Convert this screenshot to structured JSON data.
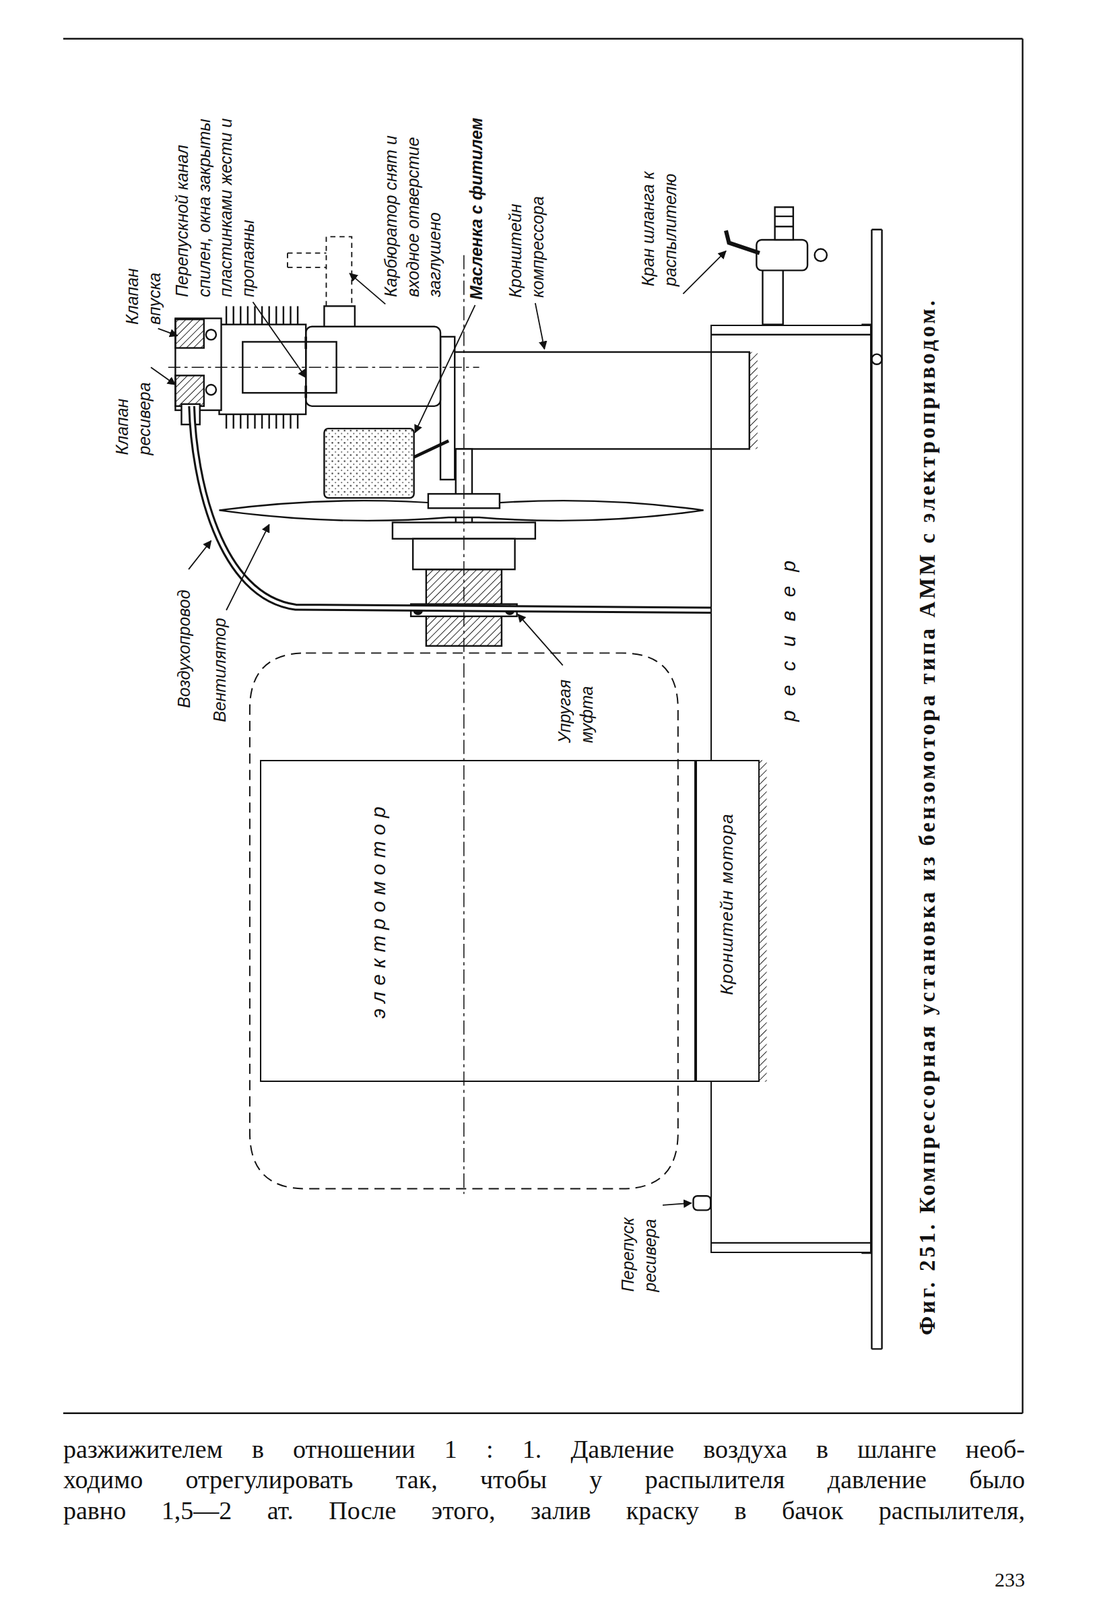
{
  "diagram": {
    "caption": "Фиг. 251. Компрессорная установка из бензомотора типа АММ с электроприводом.",
    "nodes": [
      {
        "text": [
          "ресивер"
        ]
      },
      {
        "text": [
          "электромотор"
        ]
      },
      {
        "text": [
          "Кронштейн мотора"
        ]
      }
    ],
    "labels": [
      "Клапан впуска",
      "Клапан ресивера",
      "Перепускной канал спилен, окна закрыты пластинками жести и пропаяны",
      "Карбюратор снят и входное отверстие заглушено",
      "Масленка с фитилем",
      "Кронштейн компрессора",
      "Кран шланга к распылителю",
      "Воздухопровод",
      "Вентилятор",
      "Упругая муфта",
      "Перепуск ресивера",
      "разжижителем в отношении 1 : 1. Давление воздуха в шланге необ-",
      "ходимо отрегулировать так, чтобы у распылителя давление было",
      "равно 1,5—2 ат. После этого, залив краску в бачок распылителя,",
      "233"
    ]
  }
}
